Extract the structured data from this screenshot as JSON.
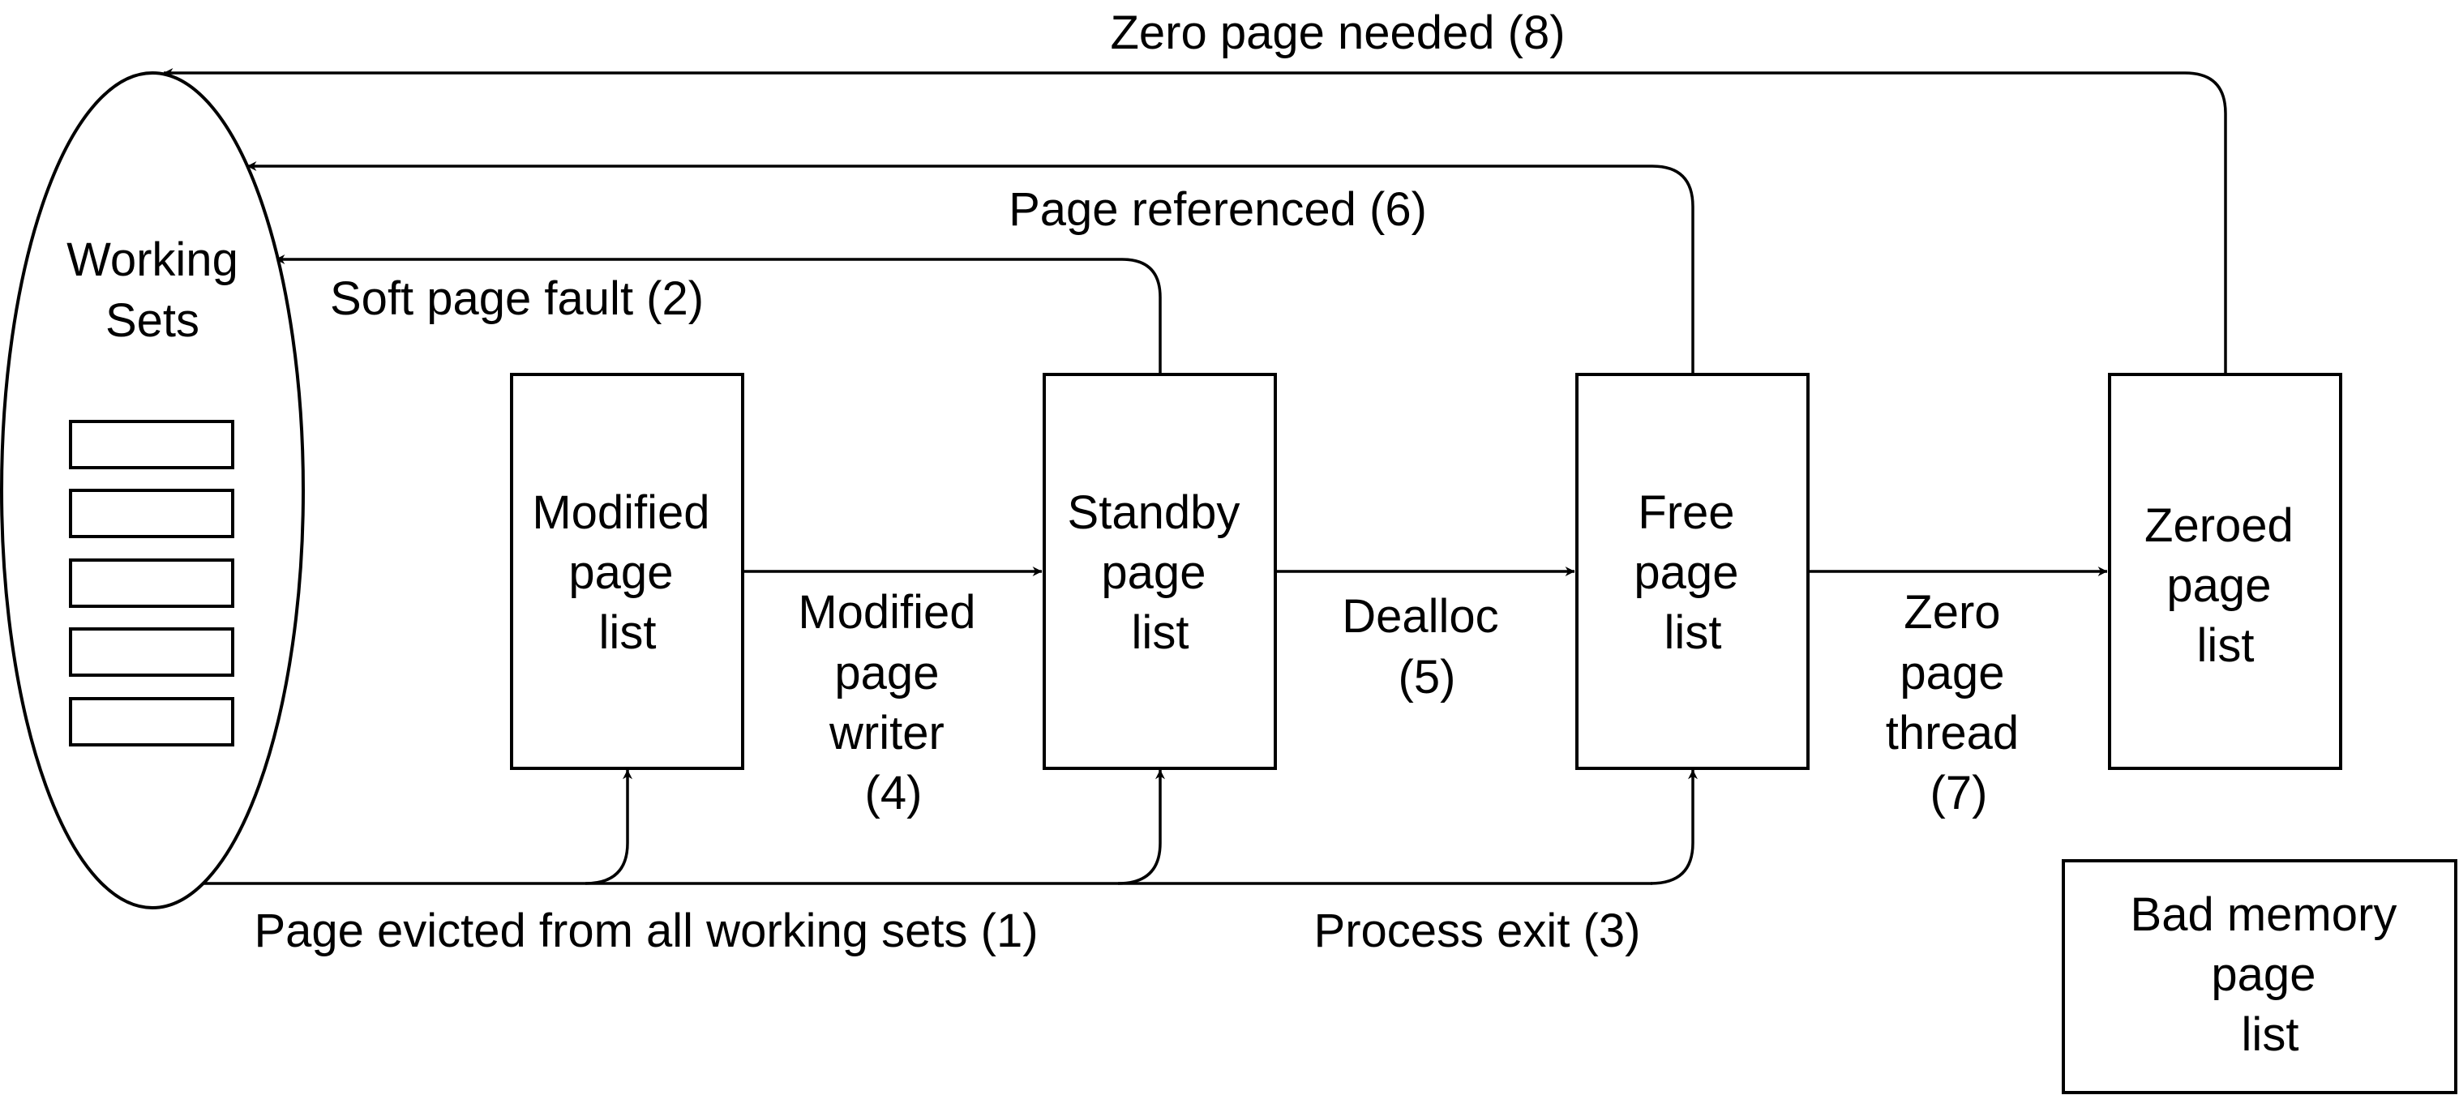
{
  "working_sets": {
    "label_line1": "Working",
    "label_line2": "Sets"
  },
  "boxes": {
    "modified": [
      "Modified",
      "page",
      "list"
    ],
    "standby": [
      "Standby",
      "page",
      "list"
    ],
    "free": [
      "Free",
      "page",
      "list"
    ],
    "zeroed": [
      "Zeroed",
      "page",
      "list"
    ],
    "bad": [
      "Bad memory",
      "page",
      "list"
    ]
  },
  "transitions": {
    "evicted": "Page evicted from all working sets (1)",
    "soft_fault": "Soft page fault (2)",
    "process_exit": "Process exit (3)",
    "modified_writer": [
      "Modified",
      "page",
      "writer",
      "(4)"
    ],
    "dealloc": [
      "Dealloc",
      "(5)"
    ],
    "referenced": "Page referenced (6)",
    "zero_thread": [
      "Zero",
      "page",
      "thread",
      "(7)"
    ],
    "zero_needed": "Zero page needed (8)"
  }
}
